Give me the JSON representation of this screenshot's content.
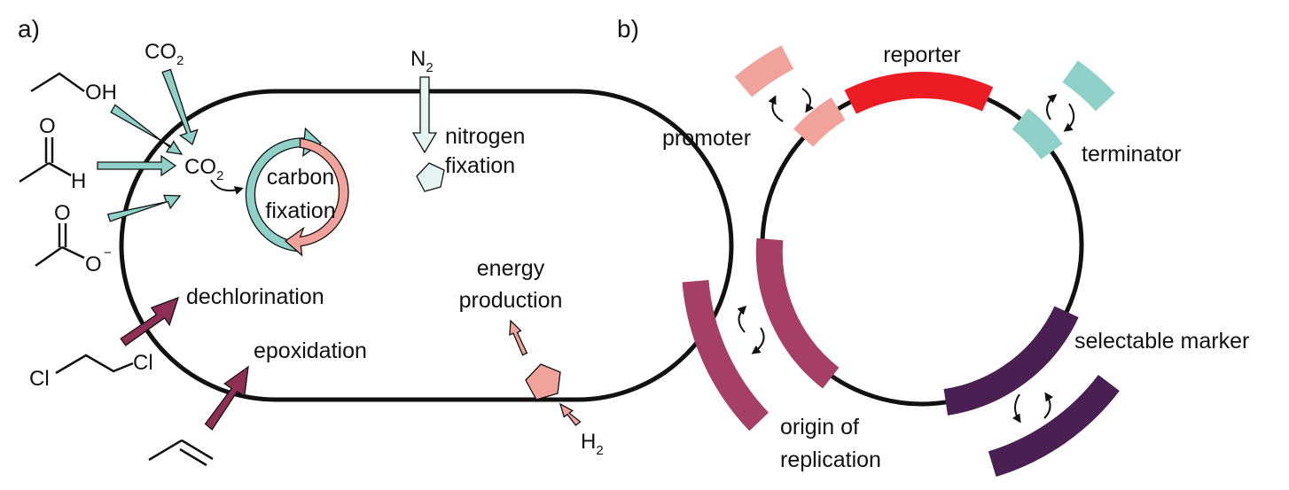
{
  "panel_a": {
    "label": "a)",
    "molecules": {
      "co2_top": "CO",
      "co2_top_sub": "2",
      "co2_center": "CO",
      "co2_center_sub": "2",
      "ethanol_oh": "OH",
      "acetaldehyde_o": "O",
      "acetaldehyde_h": "H",
      "acetate_o": "O",
      "acetate_o_minus": "O",
      "acetate_charge": "−",
      "n2": "N",
      "n2_sub": "2",
      "h2": "H",
      "h2_sub": "2",
      "cl_left": "Cl",
      "cl_right": "Cl"
    },
    "labels": {
      "carbon": "carbon",
      "fixation": "fixation",
      "nitrogen": "nitrogen",
      "nitrogen_fixation": "fixation",
      "energy": "energy",
      "production": "production",
      "dechlorination": "dechlorination",
      "epoxidation": "epoxidation"
    }
  },
  "panel_b": {
    "label": "b)",
    "parts": {
      "reporter": "reporter",
      "promoter": "promoter",
      "terminator": "terminator",
      "selectable_marker": "selectable marker",
      "origin_line1": "origin of",
      "origin_line2": "replication"
    }
  },
  "colors": {
    "teal": "#8fd0c8",
    "teal_light": "#e4f4f1",
    "salmon": "#f1a39b",
    "red": "#ec1c24",
    "maroon": "#a53f63",
    "purple": "#4a1f52",
    "outline": "#111111"
  }
}
